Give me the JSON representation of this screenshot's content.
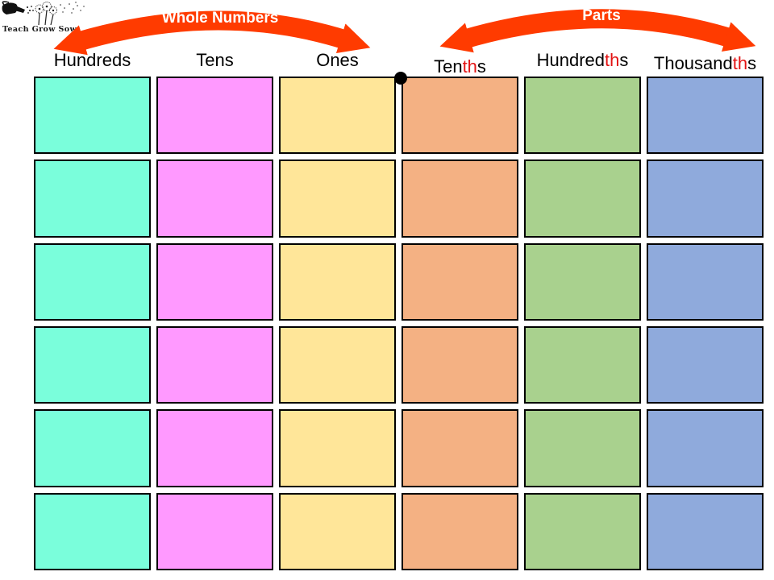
{
  "slide": {
    "background": "#FFFFFF"
  },
  "logo": {
    "text": "Teach Grow Sow",
    "icons": [
      "watering-can-icon",
      "dandelion-icon",
      "blowing-seeds-icon"
    ]
  },
  "arrows": {
    "color": "#FF3B00",
    "label_color": "#FFFFFF",
    "whole_numbers": {
      "label": "Whole Numbers"
    },
    "parts": {
      "label": "Parts"
    }
  },
  "decimal_point": {
    "shape": "filled-circle",
    "color": "#000000"
  },
  "grid": {
    "rows": 6,
    "header_text_color": "#000000",
    "header_highlight_color": "#E31414",
    "cell_border_color": "#000000",
    "columns": [
      {
        "id": "hundreds",
        "label": "Hundreds",
        "label_pre": "Hundreds",
        "label_em": "",
        "label_post": "",
        "color": "#7AFEDB"
      },
      {
        "id": "tens",
        "label": "Tens",
        "label_pre": "Tens",
        "label_em": "",
        "label_post": "",
        "color": "#FF99FF"
      },
      {
        "id": "ones",
        "label": "Ones",
        "label_pre": "Ones",
        "label_em": "",
        "label_post": "",
        "color": "#FFE699"
      },
      {
        "id": "tenths",
        "label": "Tenths",
        "label_pre": "Ten",
        "label_em": "th",
        "label_post": "s",
        "color": "#F4B183"
      },
      {
        "id": "hundredths",
        "label": "Hundredths",
        "label_pre": "Hundred",
        "label_em": "th",
        "label_post": "s",
        "color": "#A9D18E"
      },
      {
        "id": "thousandths",
        "label": "Thousandths",
        "label_pre": "Thousand",
        "label_em": "th",
        "label_post": "s",
        "color": "#8FAADC"
      }
    ]
  }
}
